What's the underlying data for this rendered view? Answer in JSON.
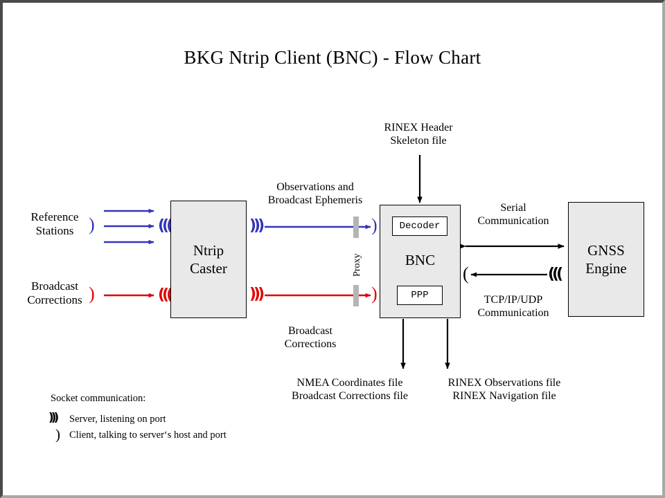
{
  "title": "BKG Ntrip Client (BNC)  -  Flow Chart",
  "boxes": {
    "caster": "Ntrip\nCaster",
    "caster_line1": "Ntrip",
    "caster_line2": "Caster",
    "bnc": "BNC",
    "decoder": "Decoder",
    "ppp": "PPP",
    "gnss_line1": "GNSS",
    "gnss_line2": "Engine",
    "proxy": "Proxy"
  },
  "labels": {
    "reference_stations_l1": "Reference",
    "reference_stations_l2": "Stations",
    "broadcast_corrections_l1": "Broadcast",
    "broadcast_corrections_l2": "Corrections",
    "observations_l1": "Observations and",
    "observations_l2": "Broadcast Ephemeris",
    "broadcast_corr_mid_l1": "Broadcast",
    "broadcast_corr_mid_l2": "Corrections",
    "rinex_header_l1": "RINEX Header",
    "rinex_header_l2": "Skeleton file",
    "serial_l1": "Serial",
    "serial_l2": "Communication",
    "tcp_l1": "TCP/IP/UDP",
    "tcp_l2": "Communication",
    "out_left_l1": "NMEA Coordinates file",
    "out_left_l2": "Broadcast Corrections file",
    "out_right_l1": "RINEX Observations file",
    "out_right_l2": "RINEX Navigation file"
  },
  "legend": {
    "heading": "Socket communication:",
    "server_symbol": ")))",
    "server_text": "Server, listening  on port",
    "client_symbol": ")",
    "client_text": "Client, talking to serverʻs  host and port"
  },
  "symbols": {
    "wave_right": ")))",
    "wave_left": "(((",
    "paren_right": ")",
    "paren_left": "("
  },
  "colors": {
    "blue": "#3333bb",
    "red": "#e00000",
    "box_fill": "#e9e9e9",
    "bar_gray": "#b5b5b5",
    "frame_dark": "#4a4a4a",
    "frame_light": "#a8a8a8",
    "black": "#000000"
  }
}
